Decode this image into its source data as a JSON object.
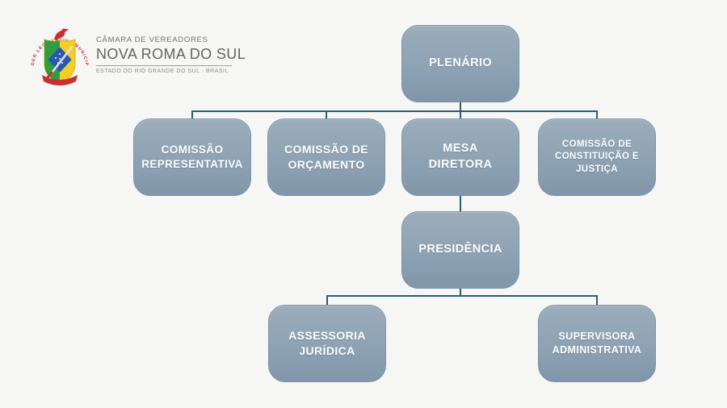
{
  "header": {
    "crest_arc_text": "PODER LEGISLATIVO MUNICIPAL",
    "org_line1": "CÂMARA DE VEREADORES",
    "org_name": "NOVA ROMA DO SUL",
    "org_line3": "ESTADO DO RIO GRANDE DO SUL - BRASIL"
  },
  "org": {
    "nodes": {
      "plenario": {
        "lines": [
          "PLENÁRIO"
        ]
      },
      "representativa": {
        "lines": [
          "COMISSÃO",
          "REPRESENTATIVA"
        ]
      },
      "orcamento": {
        "lines": [
          "COMISSÃO DE",
          "ORÇAMENTO"
        ]
      },
      "mesa": {
        "lines": [
          "MESA",
          "DIRETORA"
        ]
      },
      "constituicao": {
        "lines": [
          "COMISSÃO DE",
          "CONSTITUIÇÃO E",
          "JUSTIÇA"
        ]
      },
      "presidencia": {
        "lines": [
          "PRESIDÊNCIA"
        ]
      },
      "assessoria": {
        "lines": [
          "ASSESSORIA",
          "JURÍDICA"
        ]
      },
      "supervisora": {
        "lines": [
          "SUPERVISORA",
          "ADMINISTRATIVA"
        ]
      }
    },
    "hierarchy": {
      "root": "plenario",
      "children_of_plenario": [
        "representativa",
        "orcamento",
        "mesa",
        "constituicao"
      ],
      "children_of_mesa": [
        "presidencia"
      ],
      "children_of_presidencia": [
        "assessoria",
        "supervisora"
      ]
    }
  },
  "colors": {
    "background": "#f6f7f5",
    "box_gradient_top": "#9cadbb",
    "box_gradient_bottom": "#8196aa",
    "box_border": "#7c93a8",
    "box_text": "#fdfdfd",
    "connector": "#2c5c72",
    "crest_red": "#c53030",
    "crest_green": "#2f9e3f",
    "crest_yellow": "#f2cf25",
    "crest_blue": "#2b57b0"
  }
}
